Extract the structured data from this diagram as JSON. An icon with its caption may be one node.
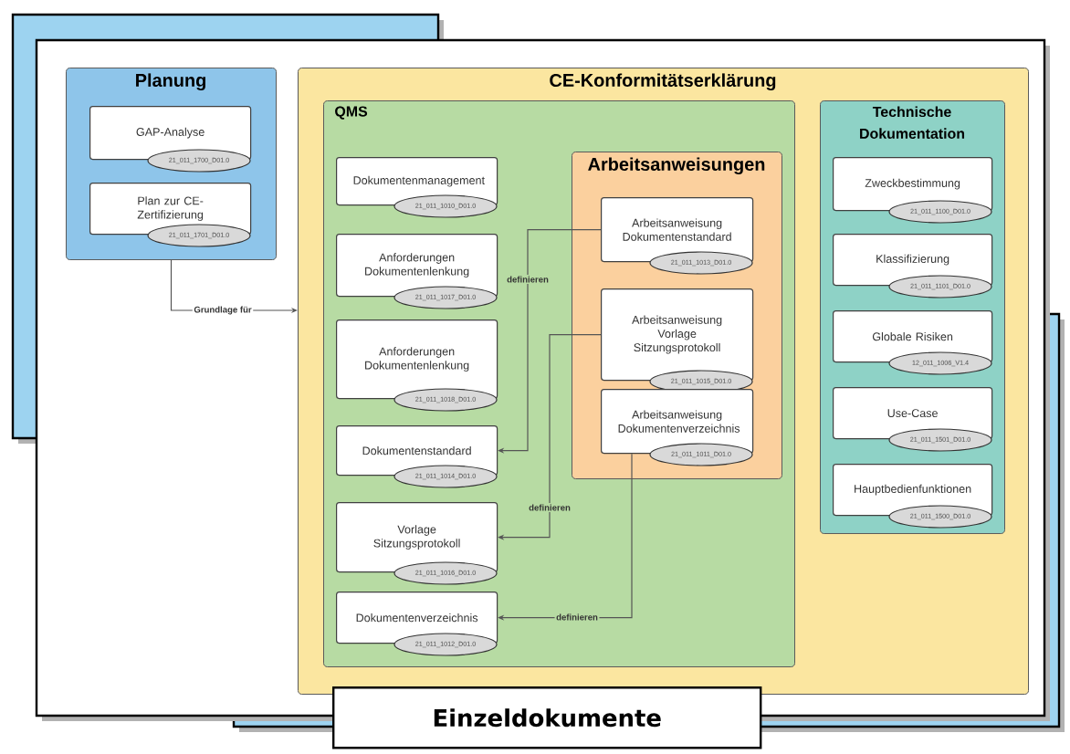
{
  "diagram": {
    "nodes": [
      {
        "text": [
          "Planung"
        ]
      },
      {
        "text": [
          "GAP-Analyse"
        ],
        "in": 0,
        "beside": [
          "21_011_1700_D01.0"
        ]
      },
      {
        "text": [
          "Plan zur CE-Zertifizierung"
        ],
        "in": 0,
        "beside": [
          "21_011_1701_D01.0"
        ]
      },
      {
        "text": [
          "CE-Konformitätserklärung"
        ]
      },
      {
        "text": [
          "QMS"
        ],
        "in": 3
      },
      {
        "text": [
          "Dokumentenmanagement"
        ],
        "in": 4,
        "beside": [
          "21_011_1010_D01.0"
        ]
      },
      {
        "text": [
          "Anforderungen Dokumentenlenkung"
        ],
        "in": 4,
        "beside": [
          "21_011_1017_D01.0"
        ]
      },
      {
        "text": [
          "Anforderungen Dokumentenlenkung"
        ],
        "in": 4,
        "beside": [
          "21_011_1018_D01.0"
        ]
      },
      {
        "text": [
          "Dokumentenstandard"
        ],
        "in": 4,
        "beside": [
          "21_011_1014_D01.0"
        ]
      },
      {
        "text": [
          "Vorlage Sitzungsprotokoll"
        ],
        "in": 4,
        "beside": [
          "21_011_1016_D01.0"
        ]
      },
      {
        "text": [
          "Dokumentenverzeichnis"
        ],
        "in": 4,
        "beside": [
          "21_011_1012_D01.0"
        ]
      },
      {
        "text": [
          "Arbeitsanweisungen"
        ],
        "in": 4
      },
      {
        "text": [
          "Arbeitsanweisung Dokumentenstandard"
        ],
        "in": 11,
        "beside": [
          "21_011_1013_D01.0"
        ]
      },
      {
        "text": [
          "Arbeitsanweisung Vorlage Sitzungsprotokoll"
        ],
        "in": 11,
        "beside": [
          "21_011_1015_D01.0"
        ]
      },
      {
        "text": [
          "Arbeitsanweisung Dokumentenverzeichnis"
        ],
        "in": 11,
        "beside": [
          "21_011_1011_D01.0"
        ]
      },
      {
        "text": [
          "Technische Dokumentation"
        ],
        "in": 3
      },
      {
        "text": [
          "Zweckbestimmung"
        ],
        "in": 15,
        "beside": [
          "21_011_1100_D01.0"
        ]
      },
      {
        "text": [
          "Klassifizierung"
        ],
        "in": 15,
        "beside": [
          "21_011_1101_D01.0"
        ]
      },
      {
        "text": [
          "Globale Risiken"
        ],
        "in": 15,
        "beside": [
          "12_011_1006_V1.4"
        ]
      },
      {
        "text": [
          "Use-Case"
        ],
        "in": 15,
        "beside": [
          "21_011_1501_D01.0"
        ]
      },
      {
        "text": [
          "Hauptbedienfunktionen"
        ],
        "in": 15,
        "beside": [
          "21_011_1500_D01.0"
        ]
      },
      {
        "text": [
          "Einzeldokumente"
        ]
      }
    ],
    "edges": [
      {
        "from": 0,
        "to": 3,
        "arrow": "to",
        "label": "Grundlage für"
      },
      {
        "from": 12,
        "to": 8,
        "arrow": "to",
        "label": "definieren"
      },
      {
        "from": 13,
        "to": 9,
        "arrow": "to",
        "label": "definieren"
      },
      {
        "from": 14,
        "to": 10,
        "arrow": "to",
        "label": "definieren"
      }
    ]
  }
}
